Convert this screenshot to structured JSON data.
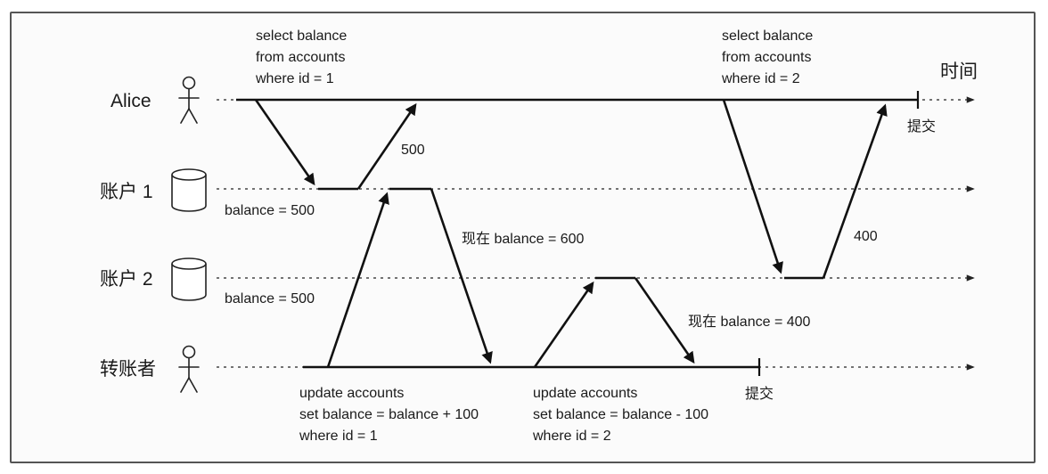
{
  "actors": {
    "alice": "Alice",
    "account1": "账户 1",
    "account2": "账户 2",
    "transferor": "转账者"
  },
  "time_label": "时间",
  "commit_alice": "提交",
  "commit_transfer": "提交",
  "query1": [
    "select balance",
    "from accounts",
    "where id = 1"
  ],
  "query2": [
    "select balance",
    "from accounts",
    "where id = 2"
  ],
  "update1": [
    "update accounts",
    "set balance = balance + 100",
    "where id = 1"
  ],
  "update2": [
    "update accounts",
    "set balance = balance - 100",
    "where id = 2"
  ],
  "balances": {
    "acc1_initial": "balance = 500",
    "acc2_initial": "balance = 500",
    "acc1_now": "现在 balance = 600",
    "acc2_now": "现在 balance = 400"
  },
  "return_values": {
    "read1": "500",
    "read2": "400"
  }
}
